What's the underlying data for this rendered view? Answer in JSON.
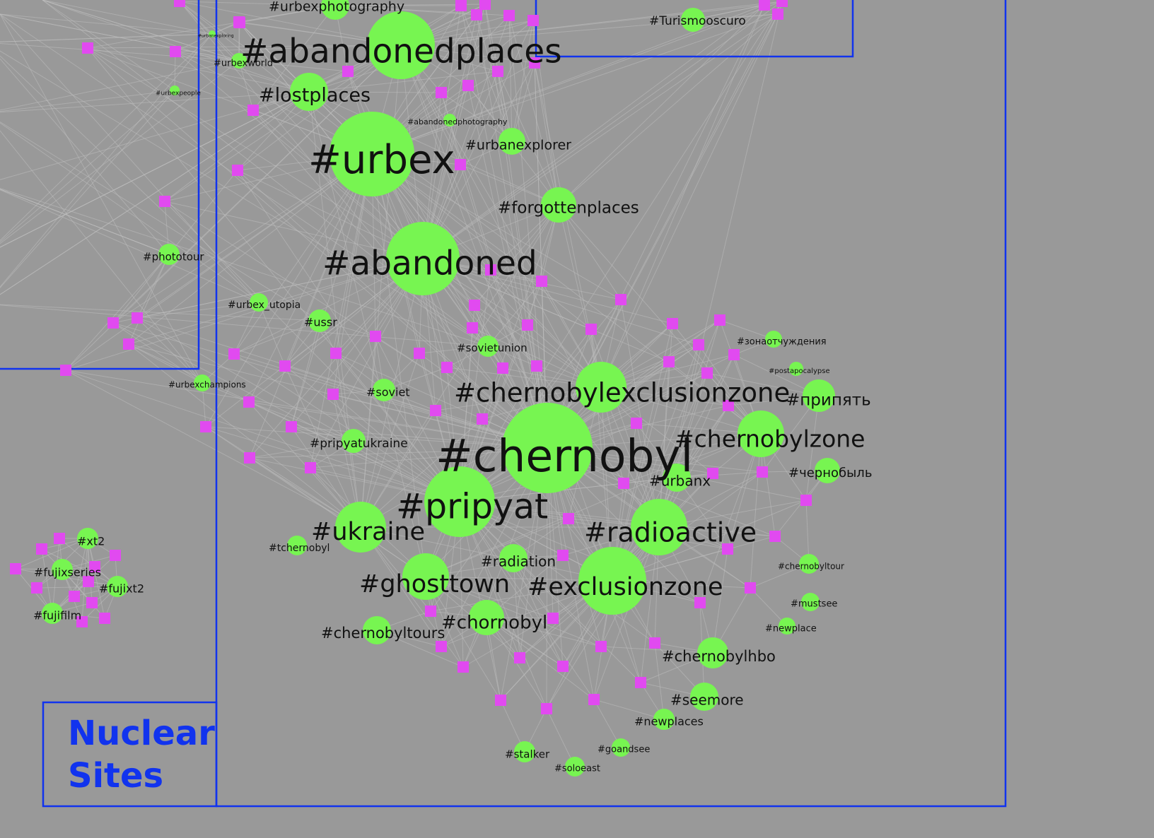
{
  "colors": {
    "background": "#999999",
    "tag_node": "#77f551",
    "post_node": "#e14af0",
    "edge": "#bdbdbd",
    "frame": "#1133ee",
    "label_text": "#111111"
  },
  "section_label": {
    "line1": "Nuclear",
    "line2": "Sites"
  },
  "tags": [
    "#urbexphotography",
    "#abandonedplaces",
    "#lostplaces",
    "#urbexworld",
    "#urbexpeople",
    "#urbanexploring",
    "#abandonedphotography",
    "#urbex",
    "#urbanexplorer",
    "#forgottenplaces",
    "#abandoned",
    "#phototour",
    "#Turismooscuro",
    "#urbex_utopia",
    "#ussr",
    "#sovietunion",
    "#зонаотчуждения",
    "#postapocalypse",
    "#urbexchampions",
    "#soviet",
    "#chernobylexclusionzone",
    "#припять",
    "#chernobyl",
    "#chernobylzone",
    "#pripyatukraine",
    "#чернобыль",
    "#urbanx",
    "#pripyat",
    "#ukraine",
    "#radioactive",
    "#tchernobyl",
    "#radiation",
    "#ghosttown",
    "#exclusionzone",
    "#chernobyltour",
    "#mustsee",
    "#chornobyl",
    "#newplace",
    "#chernobyltours",
    "#chernobylhbo",
    "#seemore",
    "#newplaces",
    "#stalker",
    "#goandsee",
    "#soloeast",
    "#xt2",
    "#fujixseries",
    "#fujixt2",
    "#fujifilm"
  ]
}
